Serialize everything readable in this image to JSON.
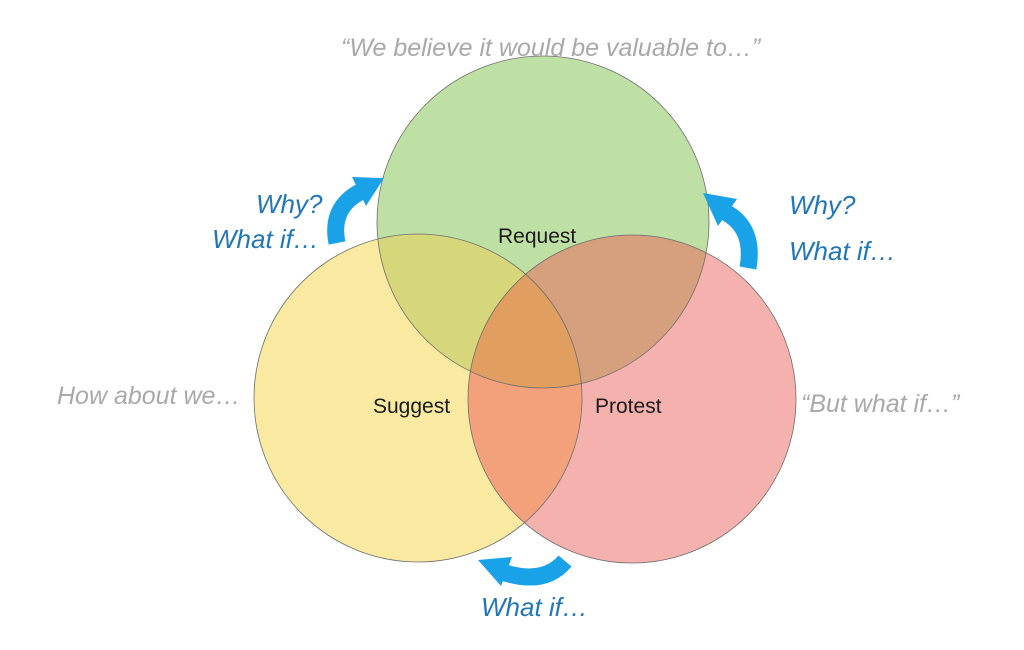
{
  "colors": {
    "request": "#bfe0a4",
    "suggest": "#f9e9a1",
    "protest": "#f5b1ad",
    "request_suggest": "#d6d77a",
    "request_protest": "#d6a07e",
    "suggest_protest": "#f3a17a",
    "center": "#e09e60",
    "arrow": "#1aa2e8",
    "quote_text": "#a9a9a9",
    "blue_text": "#2177b8"
  },
  "circles": {
    "request": "Request",
    "suggest": "Suggest",
    "protest": "Protest"
  },
  "quotes": {
    "top": "“We believe it would be valuable to…”",
    "left": "How about we…",
    "right": "“But what if…”"
  },
  "prompts": {
    "left_line1": "Why?",
    "left_line2": "What if…",
    "right_line1": "Why?",
    "right_line2": "What if…",
    "bottom": "What if…"
  },
  "arrows": [
    {
      "name": "suggest-to-request-arrow-icon"
    },
    {
      "name": "protest-to-request-arrow-icon"
    },
    {
      "name": "protest-to-suggest-arrow-icon"
    }
  ]
}
